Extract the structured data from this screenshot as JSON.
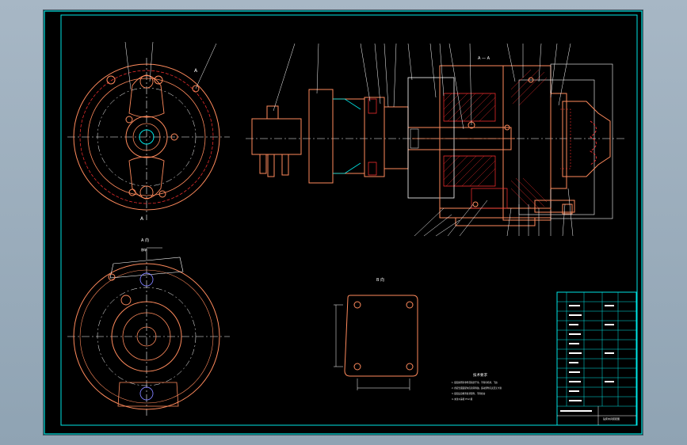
{
  "drawing": {
    "view_top_left_label": "A",
    "view_top_left_label_2": "A",
    "view_bottom_left_title": "A 向",
    "view_bottom_left_tag": "移轴",
    "section_label": "A — A",
    "plate_title": "B 向",
    "tech_notes_title": "技术要求",
    "tech_notes": [
      "1. 装配前所有零件须清洗干净，不得有毛刺、飞边",
      "2. 各配合面装配时应涂润滑油，运动部件应灵活无卡滞",
      "3. 装配后应检查各紧固件，不得松动",
      "4. 未注公差按 IT12 级"
    ],
    "title_block_name": "钻床夹具装配图",
    "colors": {
      "frame": "#00e5e5",
      "outline": "#ff8a5c",
      "centerline": "#ffffff",
      "hatch": "#ff3030",
      "dim": "#ffffff"
    }
  }
}
